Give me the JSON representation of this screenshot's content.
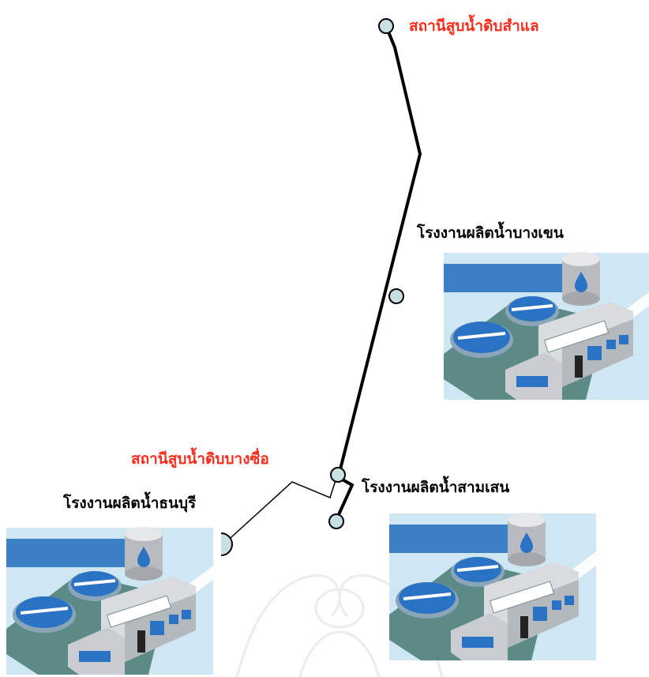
{
  "stations": {
    "samlae": "สถานีสูบน้ำดิบสำแล",
    "bang_sue": "สถานีสูบน้ำดิบบางซื่อ"
  },
  "plants": {
    "bang_khen": "โรงงานผลิตน้ำบางเขน",
    "thonburi": "โรงงานผลิตน้ำธนบุรี",
    "sam_sen": "โรงงานผลิตน้ำสามเสน"
  },
  "colors": {
    "station_label": "#ff2a1a",
    "plant_label": "#000000",
    "node_fill": "#c8e0e4",
    "pipe": "#000000",
    "plant_sky": "#cfe6f3",
    "plant_band": "#3d7fc6",
    "plant_ground": "#5c8a86",
    "tank_water": "#2a72c4",
    "watermark": "#c9c9c9"
  }
}
